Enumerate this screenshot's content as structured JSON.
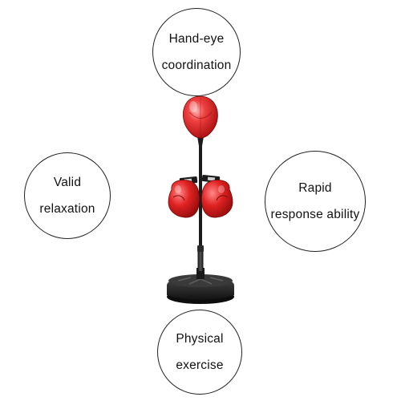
{
  "product": {
    "icon": "boxing-punching-bag-stand-icon",
    "accent_color": "#d81e1e",
    "base_color": "#1c1c1c"
  },
  "features": {
    "top": {
      "line1": "Hand-eye",
      "line2": "coordination"
    },
    "left": {
      "line1": "Valid",
      "line2": "relaxation"
    },
    "right": {
      "line1": "Rapid",
      "line2": "response ability"
    },
    "bottom": {
      "line1": "Physical",
      "line2": "exercise"
    }
  }
}
